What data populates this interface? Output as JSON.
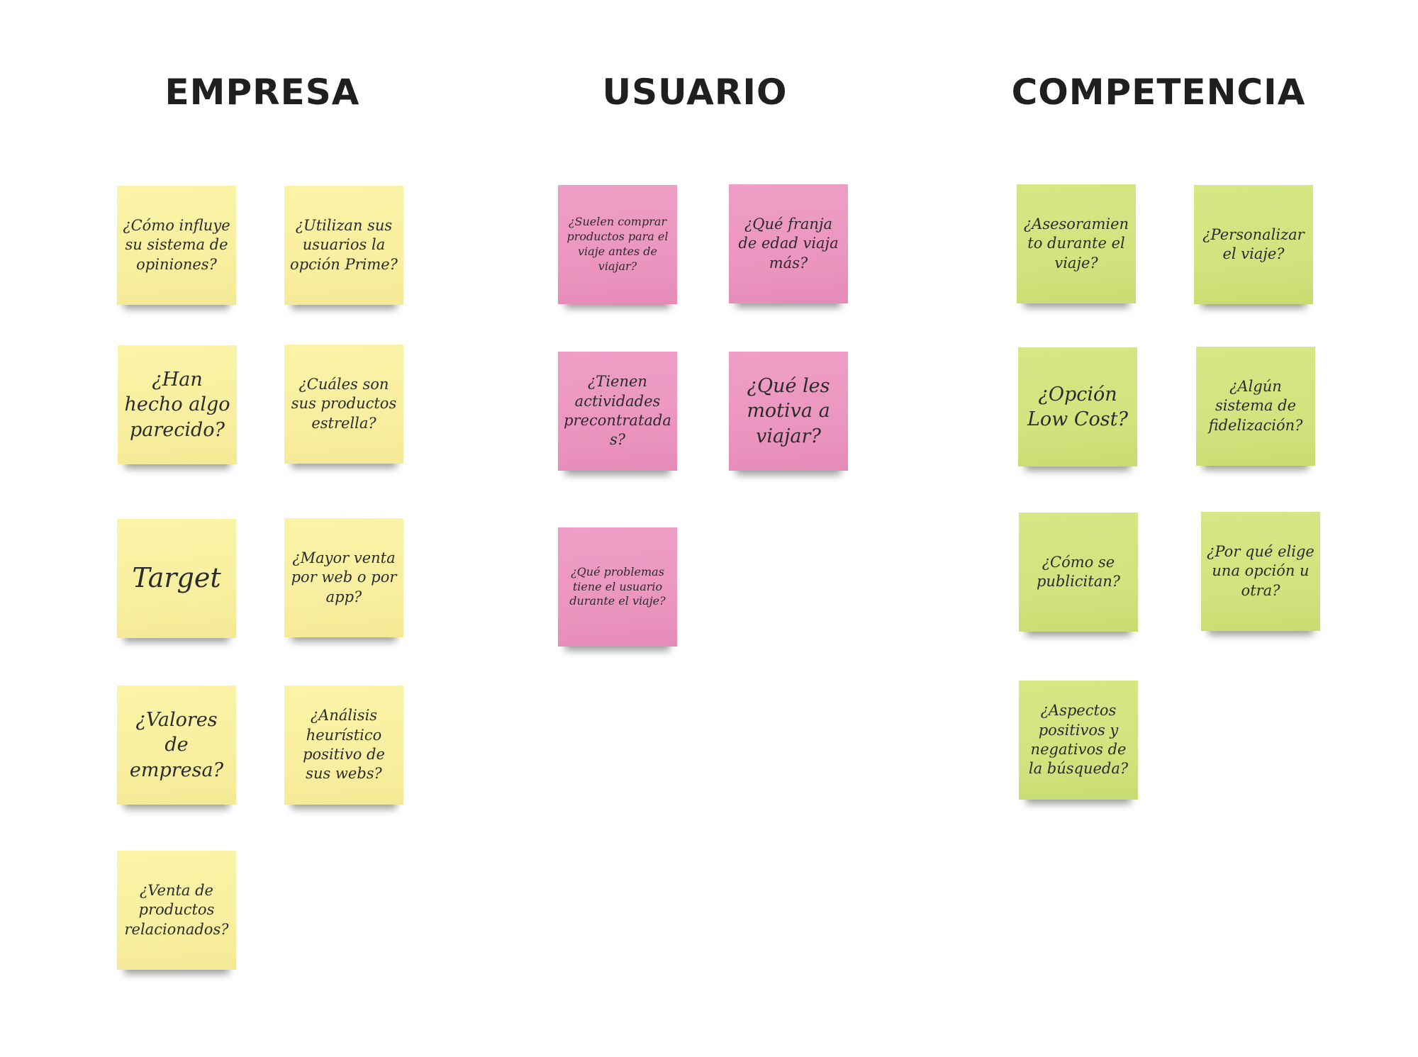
{
  "columns": [
    {
      "title": "EMPRESA",
      "color": "#f8efa0",
      "notes": [
        "¿Cómo influye su sistema de opiniones?",
        "¿Utilizan sus usuarios la opción Prime?",
        "¿Han hecho algo parecido?",
        "¿Cuáles son sus productos estrella?",
        "Target",
        "¿Mayor venta por web o por app?",
        "¿Valores de empresa?",
        "¿Análisis heurístico positivo de sus webs?",
        "¿Venta de productos relacionados?"
      ]
    },
    {
      "title": "USUARIO",
      "color": "#eb96c0",
      "notes": [
        "¿Suelen comprar productos para el viaje antes de viajar?",
        "¿Qué franja de edad viaja más?",
        "¿Tienen actividades precontratadas?",
        "¿Qué les motiva a viajar?",
        "¿Qué problemas tiene el usuario durante el viaje?"
      ]
    },
    {
      "title": "COMPETENCIA",
      "color": "#d1e47e",
      "notes": [
        "¿Asesoramiento durante el viaje?",
        "¿Personalizar el viaje?",
        "¿Opción Low Cost?",
        "¿Algún sistema de fidelización?",
        "¿Cómo se publicitan?",
        "¿Por qué elige una opción u otra?",
        "¿Aspectos positivos y negativos de la búsqueda?"
      ]
    }
  ]
}
